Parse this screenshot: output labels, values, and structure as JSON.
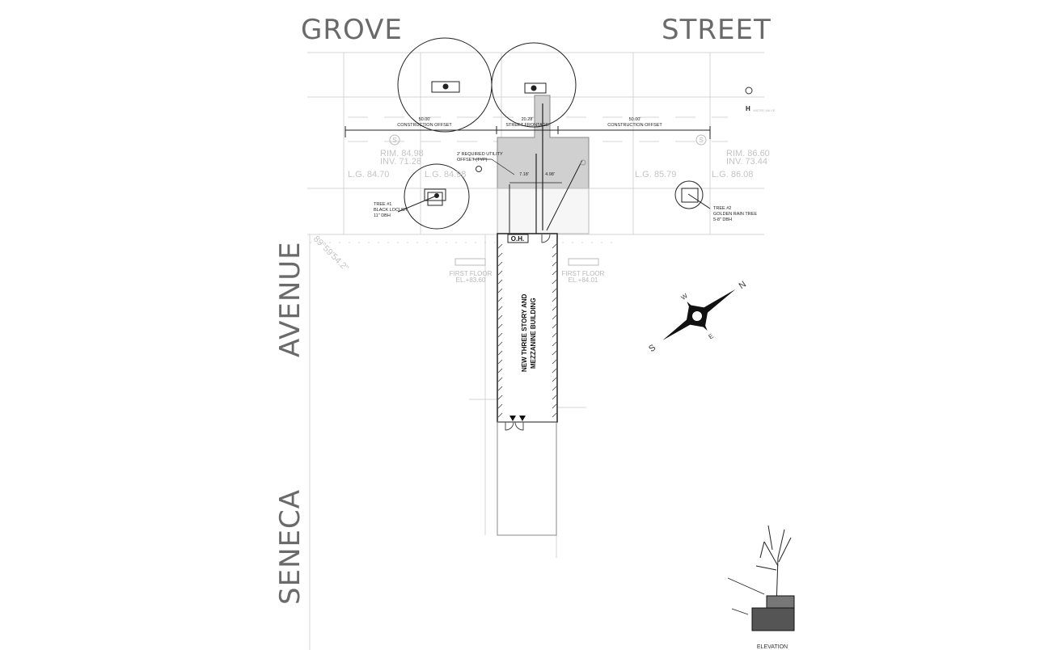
{
  "streets": {
    "grove": "GROVE",
    "street": "STREET",
    "avenue": "AVENUE",
    "seneca": "SENECA"
  },
  "dimensions": {
    "left": {
      "value": "50.00'",
      "label": "CONSTRUCTION OFFSET"
    },
    "center": {
      "value": "20.28'",
      "label": "STREET FRONTAGE"
    },
    "right": {
      "value": "50.00'",
      "label": "CONSTRUCTION OFFSET"
    },
    "small": [
      "7.18'",
      "4.98'"
    ]
  },
  "manholes": [
    {
      "symbol": "S",
      "rim": "RIM. 84.98",
      "inv": "INV. 71.28"
    },
    {
      "symbol": "S",
      "rim": "RIM. 86.60",
      "inv": "INV. 73.44"
    }
  ],
  "grades": [
    "L.G. 84.70",
    "L.G. 84.98",
    "L.G. 85.79",
    "L.G. 86.08"
  ],
  "utility_note": {
    "line1": "2' REQUIRED UTILITY",
    "line2": "OFFSET (TYP)"
  },
  "trees": [
    {
      "name": "TREE #1",
      "species": "BLACK LOCUST",
      "size": "11\" DBH"
    },
    {
      "name": "TREE #2",
      "species": "GOLDEN RAIN TREE",
      "size": "5-8\" DBH"
    }
  ],
  "water_valve": "WATER VALVE",
  "building": {
    "line1": "NEW THREE STORY AND",
    "line2": "MEZZANINE BUILDING",
    "overhead": "O.H."
  },
  "first_floor": [
    {
      "label": "FIRST FLOOR",
      "el": "EL.+83.60"
    },
    {
      "label": "FIRST FLOOR",
      "el": "EL.+84.01"
    }
  ],
  "bearing": "89°59'54.2\"",
  "compass": {
    "n": "N",
    "s": "S",
    "e": "E",
    "w": "W"
  },
  "elevation_label": "ELEVATION"
}
